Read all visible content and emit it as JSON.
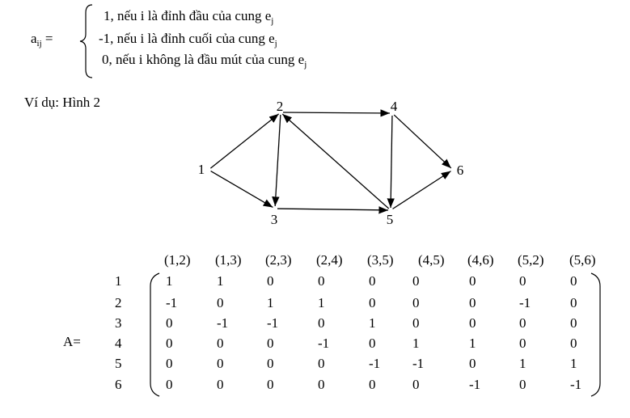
{
  "definition": {
    "lhs_base": "a",
    "lhs_sub": "ij",
    "lhs_eq": " =",
    "cases": [
      {
        "text": "1, nếu i là đỉnh đầu của cung e",
        "sub": "j"
      },
      {
        "text": "-1, nếu i là đỉnh cuối của cung e",
        "sub": "j"
      },
      {
        "text": "0, nếu i không là đầu mút của cung e",
        "sub": "j"
      }
    ]
  },
  "example_label": "Ví dụ: Hình 2",
  "graph": {
    "nodes": [
      "1",
      "2",
      "3",
      "4",
      "5",
      "6"
    ],
    "edges": [
      {
        "from": "1",
        "to": "2"
      },
      {
        "from": "1",
        "to": "3"
      },
      {
        "from": "2",
        "to": "3"
      },
      {
        "from": "2",
        "to": "4"
      },
      {
        "from": "3",
        "to": "5"
      },
      {
        "from": "4",
        "to": "5"
      },
      {
        "from": "4",
        "to": "6"
      },
      {
        "from": "5",
        "to": "2"
      },
      {
        "from": "5",
        "to": "6"
      }
    ]
  },
  "matrix": {
    "name": "A=",
    "columns": [
      "(1,2)",
      "(1,3)",
      "(2,3)",
      "(2,4)",
      "(3,5)",
      "(4,5)",
      "(4,6)",
      "(5,2)",
      "(5,6)"
    ],
    "rows": [
      {
        "label": "1",
        "values": [
          "1",
          "1",
          "0",
          "0",
          "0",
          "0",
          "0",
          "0",
          "0"
        ]
      },
      {
        "label": "2",
        "values": [
          "-1",
          "0",
          "1",
          "1",
          "0",
          "0",
          "0",
          "-1",
          "0"
        ]
      },
      {
        "label": "3",
        "values": [
          "0",
          "-1",
          "-1",
          "0",
          "1",
          "0",
          "0",
          "0",
          "0"
        ]
      },
      {
        "label": "4",
        "values": [
          "0",
          "0",
          "0",
          "-1",
          "0",
          "1",
          "1",
          "0",
          "0"
        ]
      },
      {
        "label": "5",
        "values": [
          "0",
          "0",
          "0",
          "0",
          "-1",
          "-1",
          "0",
          "1",
          "1"
        ]
      },
      {
        "label": "6",
        "values": [
          "0",
          "0",
          "0",
          "0",
          "0",
          "0",
          "-1",
          "0",
          "-1"
        ]
      }
    ]
  }
}
